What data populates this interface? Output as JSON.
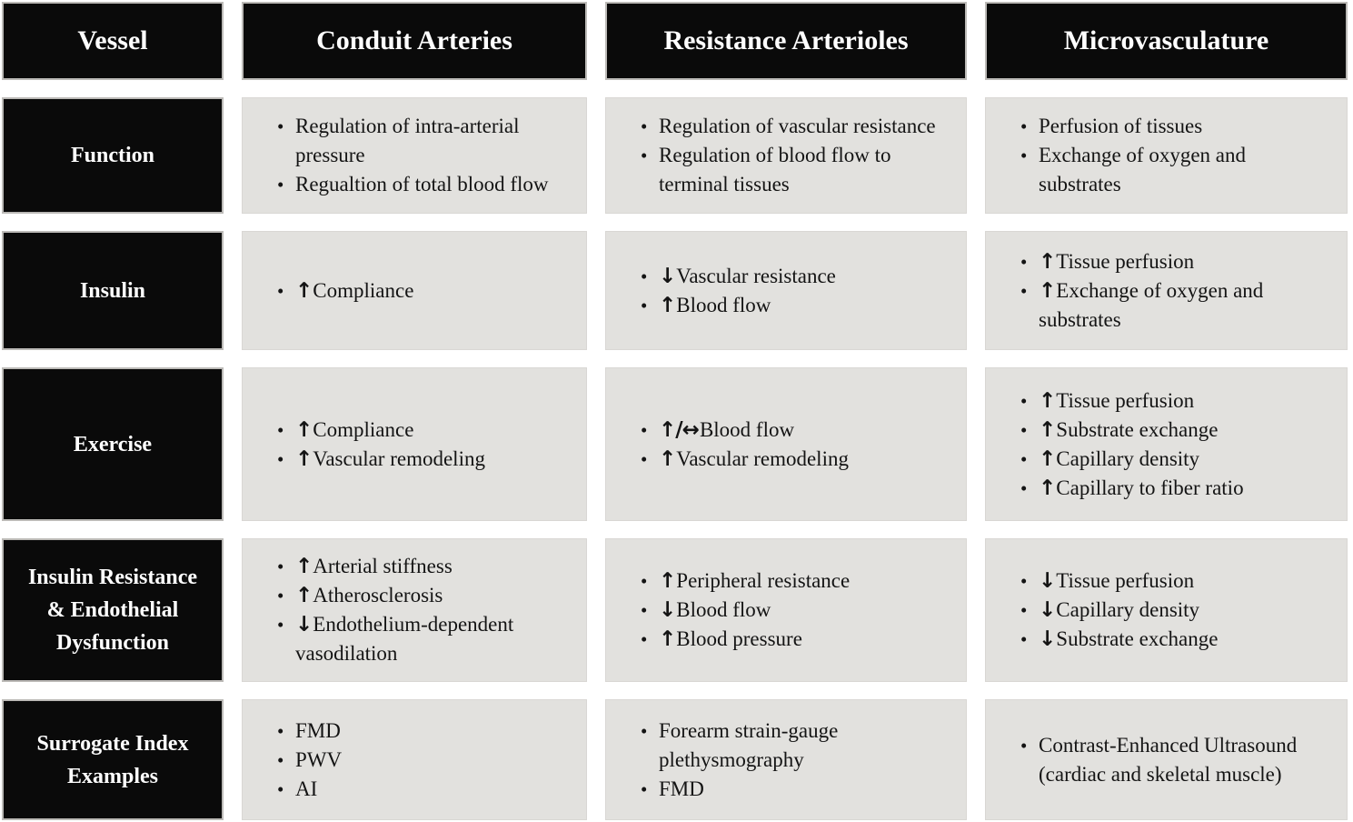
{
  "chart_data": {
    "type": "table",
    "bullet_char": "•",
    "colors": {
      "header_bg": "#0a0a0a",
      "header_text": "#ffffff",
      "cell_bg": "#e2e1de",
      "body_text": "#141414",
      "page_bg": "#ffffff"
    },
    "columns": [
      "Vessel",
      "Conduit Arteries",
      "Resistance Arterioles",
      "Microvasculature"
    ],
    "rows": [
      {
        "label": "Function",
        "cells": [
          {
            "items": [
              {
                "arrow": "",
                "text": "Regulation of intra-arterial\npressure"
              },
              {
                "arrow": "",
                "text": "Regualtion of total blood flow"
              }
            ]
          },
          {
            "items": [
              {
                "arrow": "",
                "text": "Regulation of vascular resistance"
              },
              {
                "arrow": "",
                "text": "Regulation of blood flow to\nterminal tissues"
              }
            ]
          },
          {
            "items": [
              {
                "arrow": "",
                "text": "Perfusion of tissues"
              },
              {
                "arrow": "",
                "text": "Exchange of oxygen and\nsubstrates"
              }
            ]
          }
        ]
      },
      {
        "label": "Insulin",
        "cells": [
          {
            "items": [
              {
                "arrow": "↑",
                "text": "Compliance"
              }
            ]
          },
          {
            "items": [
              {
                "arrow": "↓",
                "text": "Vascular resistance"
              },
              {
                "arrow": "↑",
                "text": "Blood flow"
              }
            ]
          },
          {
            "items": [
              {
                "arrow": "↑",
                "text": "Tissue perfusion"
              },
              {
                "arrow": "↑",
                "text": "Exchange of oxygen and\nsubstrates"
              }
            ]
          }
        ]
      },
      {
        "label": "Exercise",
        "cells": [
          {
            "items": [
              {
                "arrow": "↑",
                "text": "Compliance"
              },
              {
                "arrow": "↑",
                "text": "Vascular remodeling"
              }
            ]
          },
          {
            "items": [
              {
                "arrow": "↑/↔",
                "text": "Blood flow"
              },
              {
                "arrow": "↑",
                "text": "Vascular remodeling"
              }
            ]
          },
          {
            "items": [
              {
                "arrow": "↑",
                "text": "Tissue perfusion"
              },
              {
                "arrow": "↑",
                "text": "Substrate exchange"
              },
              {
                "arrow": "↑",
                "text": "Capillary density"
              },
              {
                "arrow": "↑",
                "text": "Capillary to fiber ratio"
              }
            ]
          }
        ]
      },
      {
        "label": "Insulin Resistance\n& Endothelial\nDysfunction",
        "cells": [
          {
            "items": [
              {
                "arrow": "↑",
                "text": "Arterial stiffness"
              },
              {
                "arrow": "↑",
                "text": "Atherosclerosis"
              },
              {
                "arrow": "↓",
                "text": "Endothelium-dependent\nvasodilation"
              }
            ]
          },
          {
            "items": [
              {
                "arrow": "↑",
                "text": "Peripheral resistance"
              },
              {
                "arrow": "↓",
                "text": "Blood flow"
              },
              {
                "arrow": "↑",
                "text": "Blood pressure"
              }
            ]
          },
          {
            "items": [
              {
                "arrow": "↓",
                "text": "Tissue perfusion"
              },
              {
                "arrow": "↓",
                "text": "Capillary density"
              },
              {
                "arrow": "↓",
                "text": "Substrate exchange"
              }
            ]
          }
        ]
      },
      {
        "label": "Surrogate Index\nExamples",
        "cells": [
          {
            "items": [
              {
                "arrow": "",
                "text": "FMD"
              },
              {
                "arrow": "",
                "text": "PWV"
              },
              {
                "arrow": "",
                "text": "AI"
              }
            ]
          },
          {
            "items": [
              {
                "arrow": "",
                "text": "Forearm strain-gauge\nplethysmography"
              },
              {
                "arrow": "",
                "text": "FMD"
              }
            ]
          },
          {
            "items": [
              {
                "arrow": "",
                "text": "Contrast-Enhanced Ultrasound\n(cardiac and skeletal muscle)"
              }
            ]
          }
        ]
      }
    ]
  }
}
